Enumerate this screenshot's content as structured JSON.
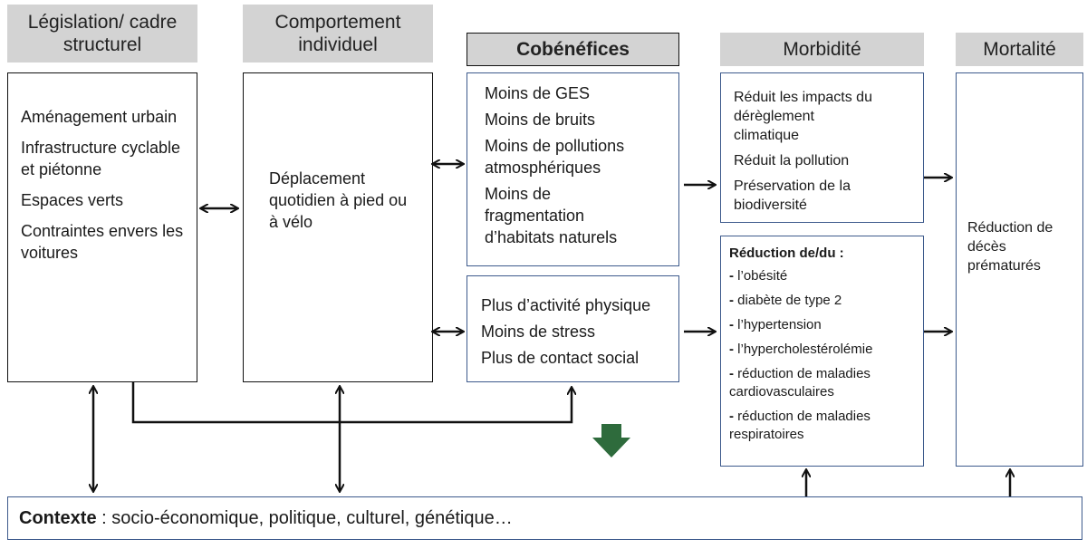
{
  "columns": {
    "legislation": {
      "header": "Législation/ cadre structurel",
      "items": [
        "Aménagement urbain",
        "Infrastructure cyclable et piétonne",
        "Espaces verts",
        "Contraintes envers les voitures"
      ]
    },
    "behaviour": {
      "header": "Comportement individuel",
      "items": [
        "Déplacement quotidien à pied ou à vélo"
      ]
    },
    "cobenefits": {
      "header": "Cobénéfices",
      "env_items": [
        "Moins de GES",
        "Moins de bruits",
        "Moins de pollutions atmosphériques",
        "Moins de fragmentation d’habitats naturels"
      ],
      "health_items": [
        "Plus d’activité physique",
        "Moins de stress",
        "Plus de contact social"
      ]
    },
    "morbidity": {
      "header": "Morbidité",
      "env_items": [
        "Réduit les impacts du dérèglement climatique",
        "Réduit la pollution",
        "Préservation de la biodiversité"
      ],
      "reduction_title": "Réduction de/du :",
      "reduction_items": [
        "l’obésité",
        "diabète de type 2",
        "l’hypertension",
        "l’hypercholestérolémie",
        "réduction de maladies cardiovasculaires",
        "réduction de maladies respiratoires"
      ]
    },
    "mortality": {
      "header": "Mortalité",
      "items": [
        "Réduction de décès prématurés"
      ]
    }
  },
  "context": {
    "label": "Contexte",
    "text": " : socio-économique, politique, culturel, génétique…"
  },
  "colors": {
    "box_border_blue": "#3d5a8c",
    "header_gray": "#d3d3d3",
    "green_arrow": "#2e6b3c"
  }
}
